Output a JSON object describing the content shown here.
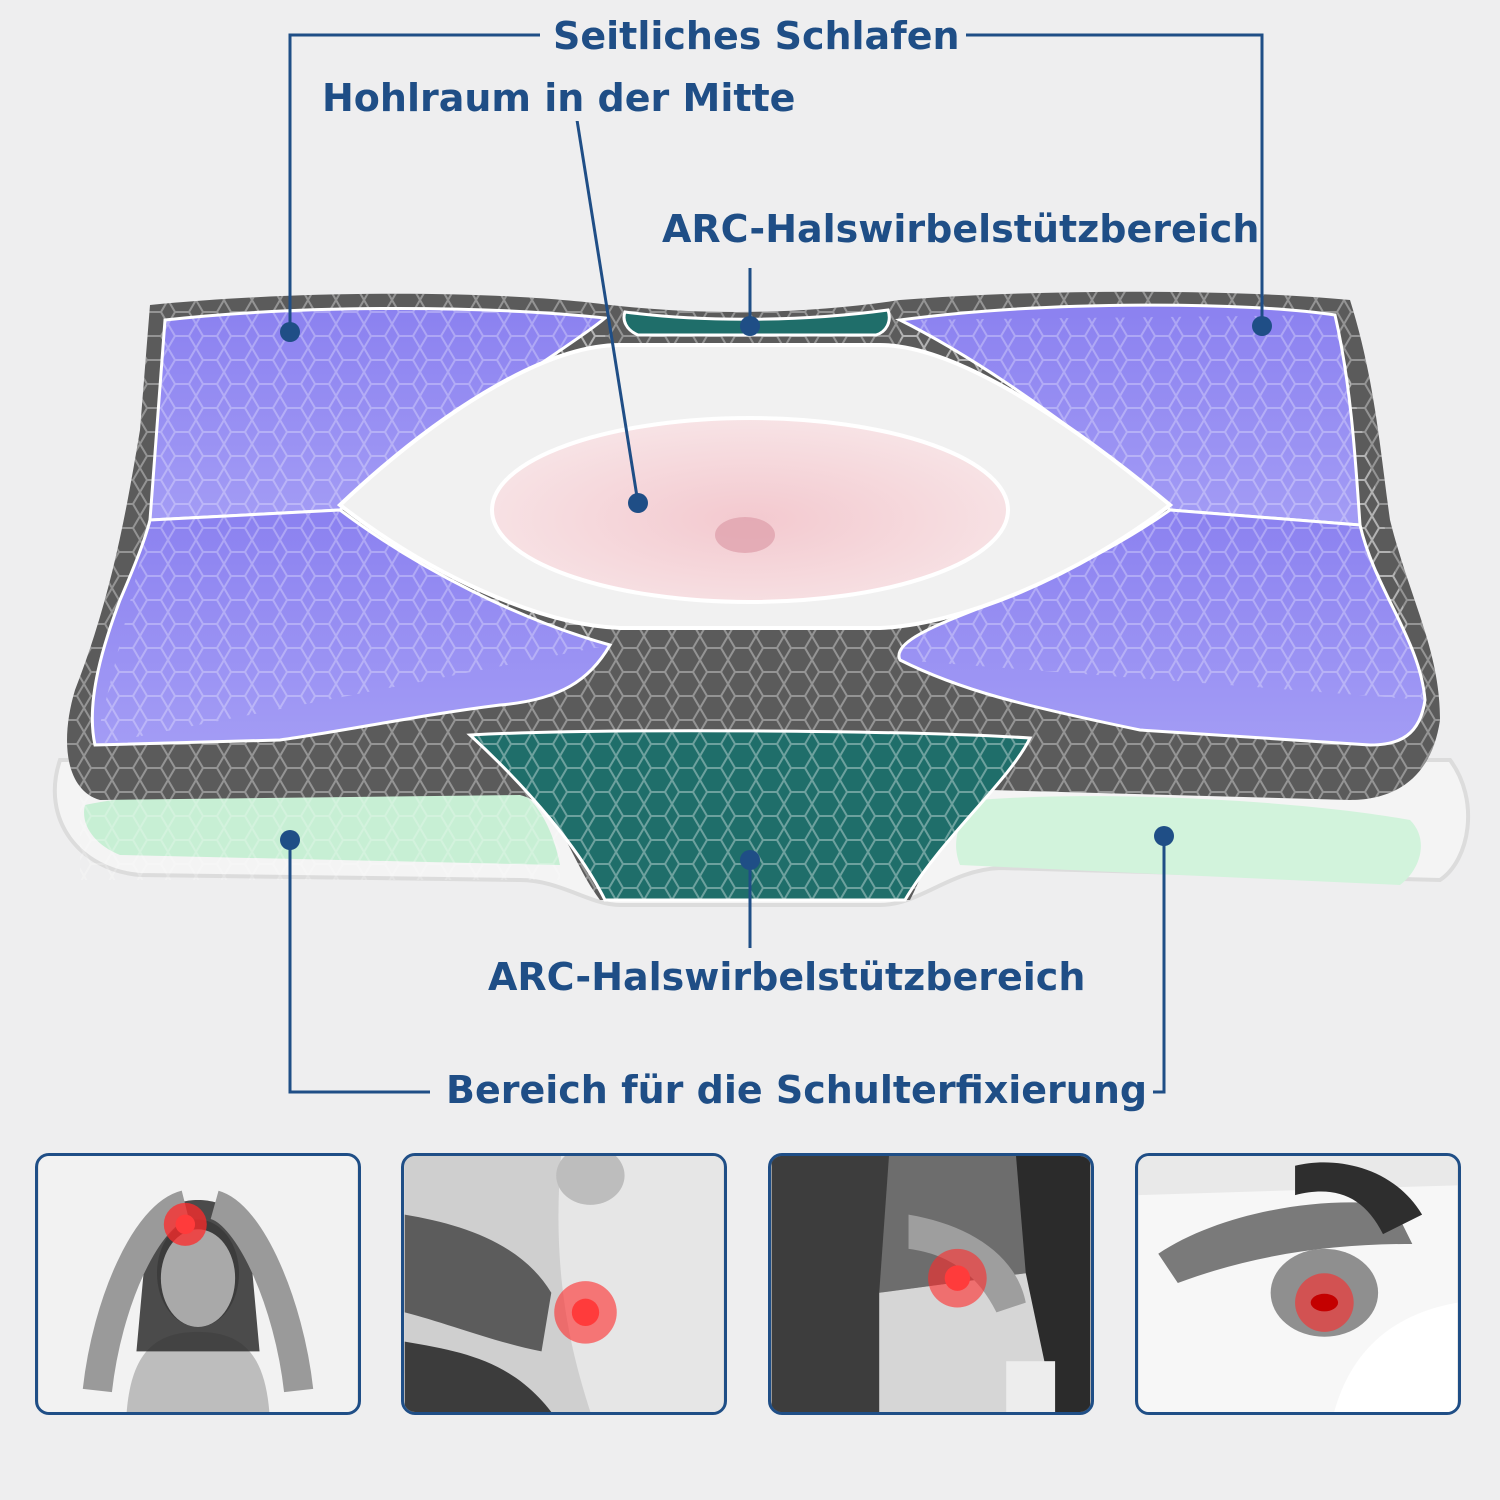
{
  "labels": {
    "side_sleeping": "Seitliches Schlafen",
    "center_hollow": "Hohlraum in der Mitte",
    "arc_top": "ARC-Halswirbelstützbereich",
    "arc_bottom": "ARC-Halswirbelstützbereich",
    "shoulder": "Bereich für die Schulterfixierung"
  },
  "colors": {
    "label_blue": "#1f4e86",
    "side_zone": "#8f86f2",
    "center_zone": "#f6d9dc",
    "arc_zone": "#1f6e6a",
    "shoulder_zone": "#c9f0d6",
    "pain_red": "#ff2a2a"
  },
  "photos": [
    {
      "icon": "headache-icon"
    },
    {
      "icon": "neck-pain-icon"
    },
    {
      "icon": "back-pain-icon"
    },
    {
      "icon": "snoring-icon"
    }
  ]
}
